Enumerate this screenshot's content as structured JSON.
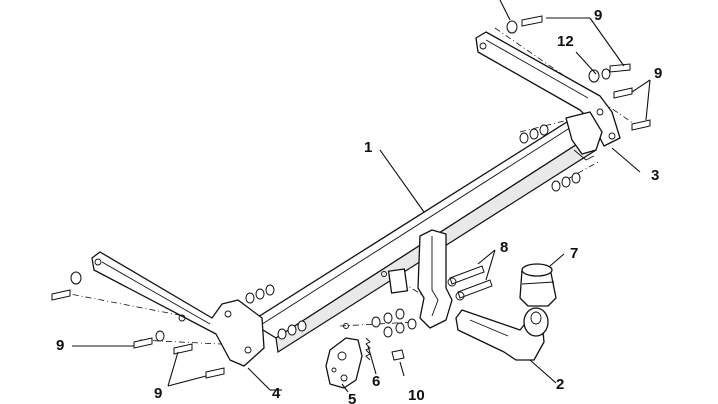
{
  "diagram": {
    "callouts": [
      {
        "id": "c1",
        "text": "1"
      },
      {
        "id": "c2",
        "text": "2"
      },
      {
        "id": "c3",
        "text": "3"
      },
      {
        "id": "c4",
        "text": "4"
      },
      {
        "id": "c5",
        "text": "5"
      },
      {
        "id": "c6",
        "text": "6"
      },
      {
        "id": "c7",
        "text": "7"
      },
      {
        "id": "c8",
        "text": "8"
      },
      {
        "id": "c9a",
        "text": "9"
      },
      {
        "id": "c9b",
        "text": "9"
      },
      {
        "id": "c9c",
        "text": "9"
      },
      {
        "id": "c9d",
        "text": "9"
      },
      {
        "id": "c10",
        "text": "10"
      },
      {
        "id": "c12",
        "text": "12"
      }
    ]
  }
}
